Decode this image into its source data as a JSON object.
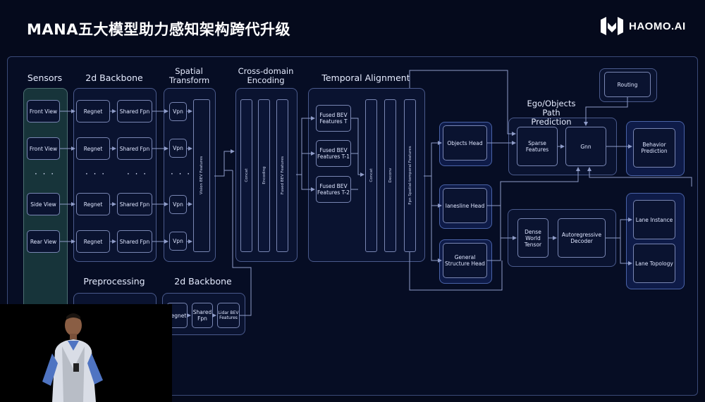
{
  "header": {
    "title": "MANA五大模型助力感知架构跨代升级",
    "logo_text": "HAOMO.AI"
  },
  "groups": {
    "sensors": "Sensors",
    "backbone2d": "2d Backbone",
    "spatial": "Spatial Transform",
    "crossdomain": "Cross-domain Encoding",
    "temporal": "Temporal Alignment",
    "preprocessing": "Preprocessing",
    "backbone2d_lidar": "2d Backbone",
    "ego": "Ego/Objects Path Prediction"
  },
  "sensors": [
    "Front View",
    "Front View",
    "Side View",
    "Rear View"
  ],
  "ellipsis": "· · ·",
  "regnet": "Regnet",
  "shared_fpn": "Shared Fpn",
  "vpn": "Vpn",
  "vision_bev": "Vision BEV Features",
  "cd_bars": [
    "Concat",
    "Encoding",
    "Fused BEV Features"
  ],
  "fused": [
    "Fused BEV Features T",
    "Fused BEV Features T-1",
    "Fused BEV Features T-2"
  ],
  "ta_bars": [
    "Concat",
    "Deconv",
    "Fpn Spatial-temporal Features"
  ],
  "heads": [
    "Objects Head",
    "lanesline Head",
    "General Structure Head"
  ],
  "routing": "Routing",
  "sparse": "Sparse Features",
  "gnn": "Gnn",
  "behavior": "Behavior Prediction",
  "dense": "Dense World Tensor",
  "autoreg": "Autoregressive Decoder",
  "lane_instance": "Lane Instance",
  "lane_topology": "Lane Topology",
  "lidar": {
    "regnet": "Regnet",
    "shared_fpn": "Shared Fpn",
    "lidar_bev": "Lidar BEV Features"
  },
  "colors": {
    "background": "#050a1c",
    "teal_panel": "#17343a",
    "blue_panel": "#0e1b48",
    "line": "#8f9cc8"
  }
}
